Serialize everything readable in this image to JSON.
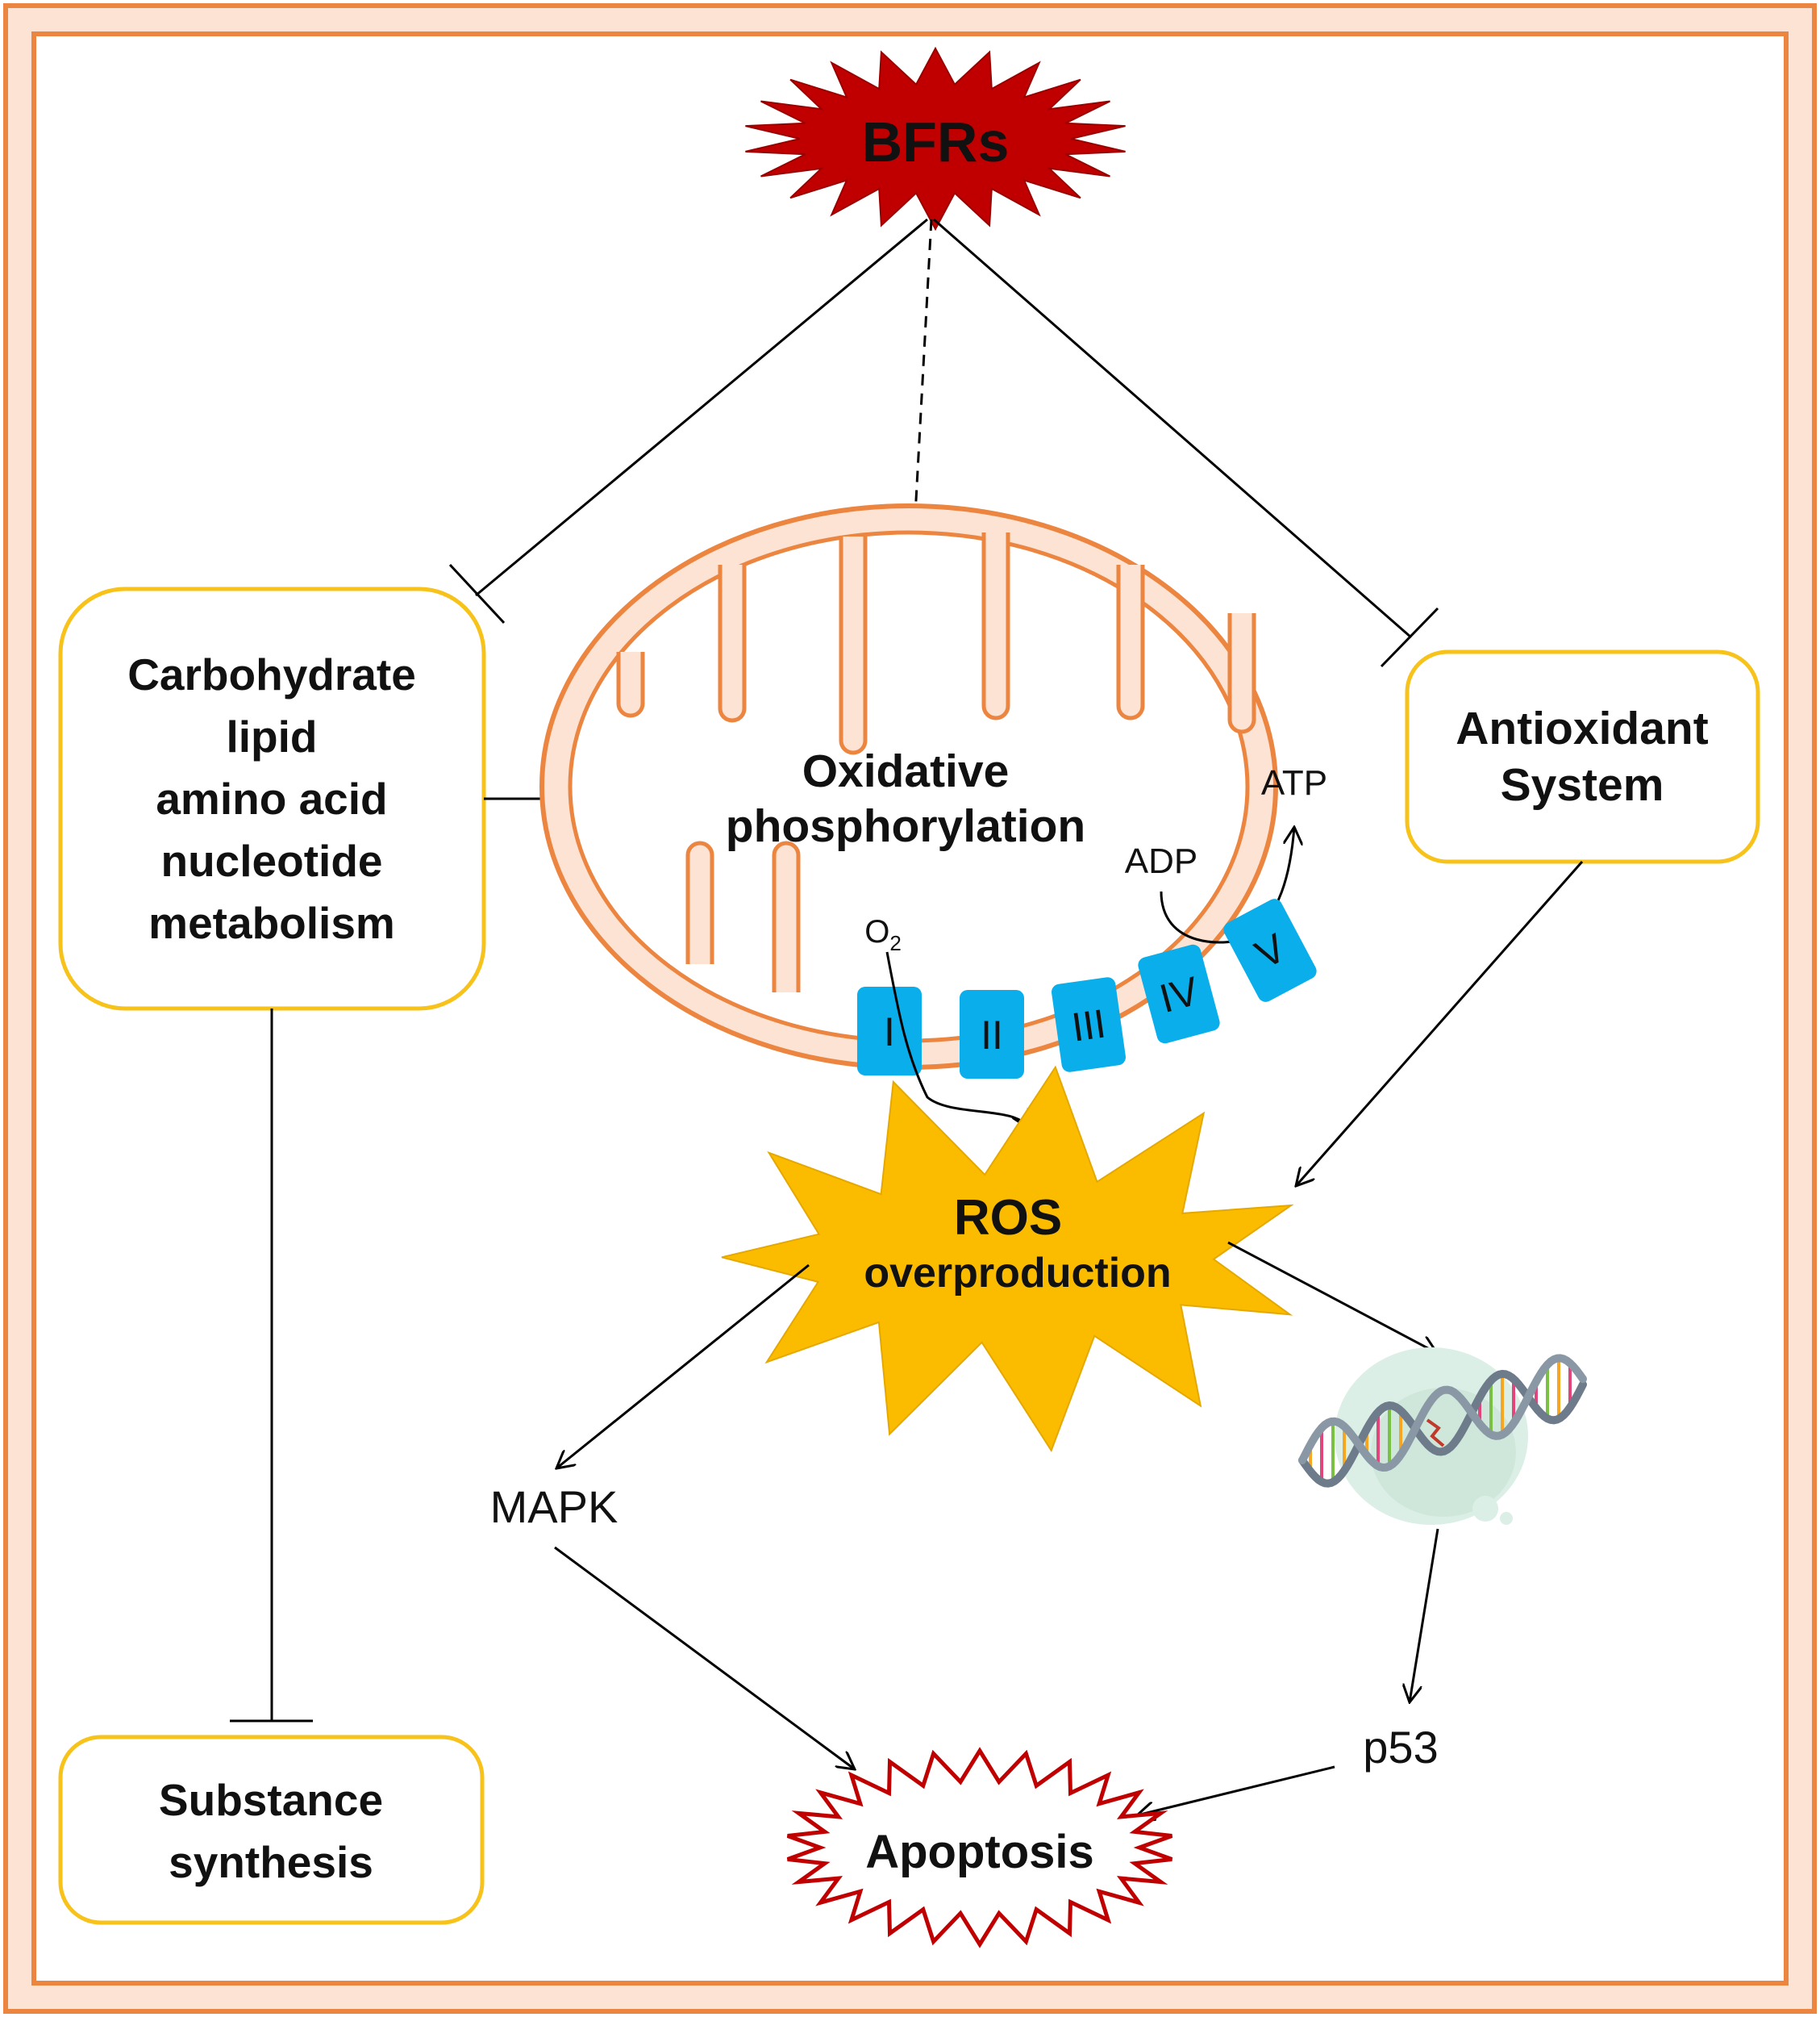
{
  "colors": {
    "frame_fill": "#fde3d4",
    "frame_stroke": "#ec8540",
    "box_stroke": "#f7c21a",
    "mito_stroke": "#ec8540",
    "mito_fill": "#fde3d4",
    "complex_fill": "#09aeea",
    "bfrs_fill": "#c00000",
    "ros_fill": "#fbbc00",
    "apoptosis_stroke": "#c00000",
    "dna_cloud": "#dcefe6",
    "line": "#000000"
  },
  "bfrs": {
    "label": "BFRs"
  },
  "metabolism_box": {
    "lines": [
      "Carbohydrate",
      "lipid",
      "amino acid",
      "nucleotide",
      "metabolism"
    ]
  },
  "antioxidant_box": {
    "lines": [
      "Antioxidant",
      "System"
    ]
  },
  "substance_box": {
    "lines": [
      "Substance",
      "synthesis"
    ]
  },
  "mitochondrion": {
    "title_lines": [
      "Oxidative",
      "phosphorylation"
    ],
    "atp": "ATP",
    "adp": "ADP",
    "o2": "O",
    "o2_sub": "2",
    "complexes": [
      "I",
      "II",
      "III",
      "IV",
      "V"
    ]
  },
  "ros": {
    "line1": "ROS",
    "line2": "overproduction"
  },
  "mapk": "MAPK",
  "p53": "p53",
  "apoptosis": "Apoptosis",
  "icons": {
    "dna": "dna-damage-icon"
  }
}
